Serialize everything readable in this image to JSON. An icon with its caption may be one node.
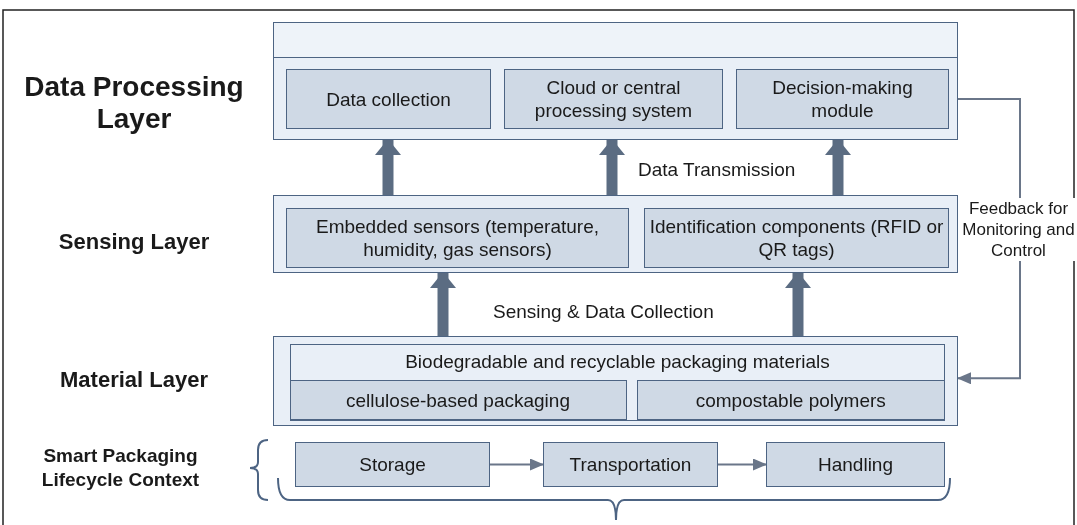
{
  "diagram": {
    "nodes": [
      {
        "text": [
          "Data Processing Layer"
        ]
      },
      {
        "text": [
          "Data collection"
        ],
        "in": 0
      },
      {
        "text": [
          "Cloud or central processing system"
        ],
        "in": 0
      },
      {
        "text": [
          "Decision-making module"
        ],
        "in": 0
      },
      {
        "text": [
          "Sensing Layer"
        ]
      },
      {
        "text": [
          "Embedded sensors (temperature, humidity, gas sensors)"
        ],
        "in": 4
      },
      {
        "text": [
          "Identification components (RFID or QR tags)"
        ],
        "in": 4
      },
      {
        "text": [
          "Material Layer"
        ]
      },
      {
        "text": [
          "Biodegradable and recyclable packaging materials"
        ],
        "in": 7
      },
      {
        "text": [
          "cellulose-based packaging"
        ],
        "in": 8
      },
      {
        "text": [
          "compostable polymers"
        ],
        "in": 8
      },
      {
        "text": [
          "Storage"
        ]
      },
      {
        "text": [
          "Transportation"
        ]
      },
      {
        "text": [
          "Handling"
        ]
      }
    ],
    "edges": [
      {
        "from": 4,
        "to": 0,
        "arrow": "to"
      },
      {
        "from": 4,
        "to": 0,
        "arrow": "to"
      },
      {
        "from": 4,
        "to": 0,
        "arrow": "to"
      },
      {
        "from": 7,
        "to": 4,
        "arrow": "to"
      },
      {
        "from": 7,
        "to": 4,
        "arrow": "to"
      },
      {
        "from": 3,
        "to": 7,
        "arrow": "to",
        "label": "Feedback for Monitoring and Control"
      },
      {
        "from": 11,
        "to": 12,
        "arrow": "to"
      },
      {
        "from": 12,
        "to": 13,
        "arrow": "to"
      }
    ],
    "labels": [
      "Data Transmission",
      "Sensing & Data Collection",
      "Smart Packaging Lifecycle Context"
    ]
  }
}
